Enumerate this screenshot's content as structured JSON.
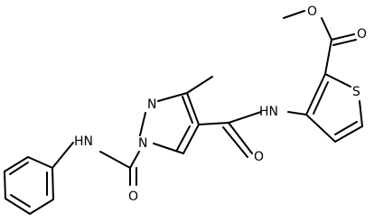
{
  "atom_labels": {
    "ester_o1": "O",
    "ester_o2": "O",
    "thiophene_s": "S",
    "amide_nh_right": "HN",
    "pyrazole_n2": "N",
    "pyrazole_n1": "N",
    "amide_nh_left": "HN",
    "amide_o_left": "O",
    "amide_o_right": "O"
  }
}
